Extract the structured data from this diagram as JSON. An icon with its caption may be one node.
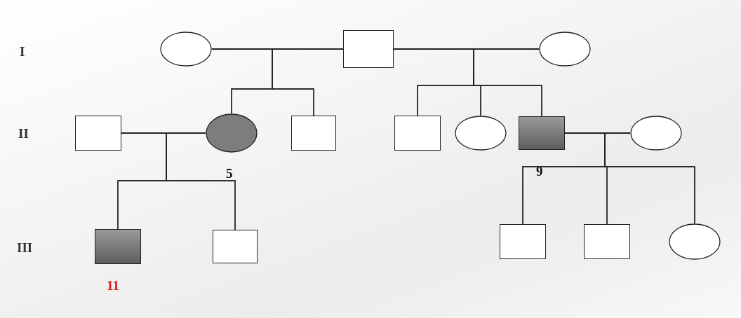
{
  "diagram": {
    "nodes": [
      {
        "text": [],
        "shape": "circle"
      },
      {
        "text": [],
        "shape": "box"
      },
      {
        "text": [],
        "shape": "circle"
      },
      {
        "text": [],
        "shape": "box"
      },
      {
        "text": [],
        "shape": "circle",
        "beside": [
          "5"
        ]
      },
      {
        "text": [],
        "shape": "box"
      },
      {
        "text": [],
        "shape": "box"
      },
      {
        "text": [],
        "shape": "circle"
      },
      {
        "text": [],
        "shape": "box",
        "beside": [
          "9"
        ]
      },
      {
        "text": [],
        "shape": "circle"
      },
      {
        "text": [],
        "shape": "box",
        "beside": [
          "11"
        ]
      },
      {
        "text": [],
        "shape": "box"
      },
      {
        "text": [],
        "shape": "box"
      },
      {
        "text": [],
        "shape": "box"
      },
      {
        "text": [],
        "shape": "circle"
      }
    ],
    "edges": [
      {
        "from": 0,
        "to": 1,
        "arrow": "none"
      },
      {
        "from": 1,
        "to": 2,
        "arrow": "none"
      },
      {
        "from": 3,
        "to": 4,
        "arrow": "none"
      },
      {
        "from": 8,
        "to": 9,
        "arrow": "none"
      },
      {
        "from": 0,
        "to": 4,
        "arrow": "none"
      },
      {
        "from": 1,
        "to": 4,
        "arrow": "none"
      },
      {
        "from": 0,
        "to": 5,
        "arrow": "none"
      },
      {
        "from": 1,
        "to": 5,
        "arrow": "none"
      },
      {
        "from": 1,
        "to": 6,
        "arrow": "none"
      },
      {
        "from": 2,
        "to": 6,
        "arrow": "none"
      },
      {
        "from": 1,
        "to": 7,
        "arrow": "none"
      },
      {
        "from": 2,
        "to": 7,
        "arrow": "none"
      },
      {
        "from": 1,
        "to": 8,
        "arrow": "none"
      },
      {
        "from": 2,
        "to": 8,
        "arrow": "none"
      },
      {
        "from": 3,
        "to": 10,
        "arrow": "none"
      },
      {
        "from": 4,
        "to": 10,
        "arrow": "none"
      },
      {
        "from": 3,
        "to": 11,
        "arrow": "none"
      },
      {
        "from": 4,
        "to": 11,
        "arrow": "none"
      },
      {
        "from": 8,
        "to": 12,
        "arrow": "none"
      },
      {
        "from": 9,
        "to": 12,
        "arrow": "none"
      },
      {
        "from": 8,
        "to": 13,
        "arrow": "none"
      },
      {
        "from": 9,
        "to": 13,
        "arrow": "none"
      },
      {
        "from": 8,
        "to": 14,
        "arrow": "none"
      },
      {
        "from": 9,
        "to": 14,
        "arrow": "none"
      }
    ],
    "labels": [
      "I",
      "II",
      "III"
    ]
  }
}
